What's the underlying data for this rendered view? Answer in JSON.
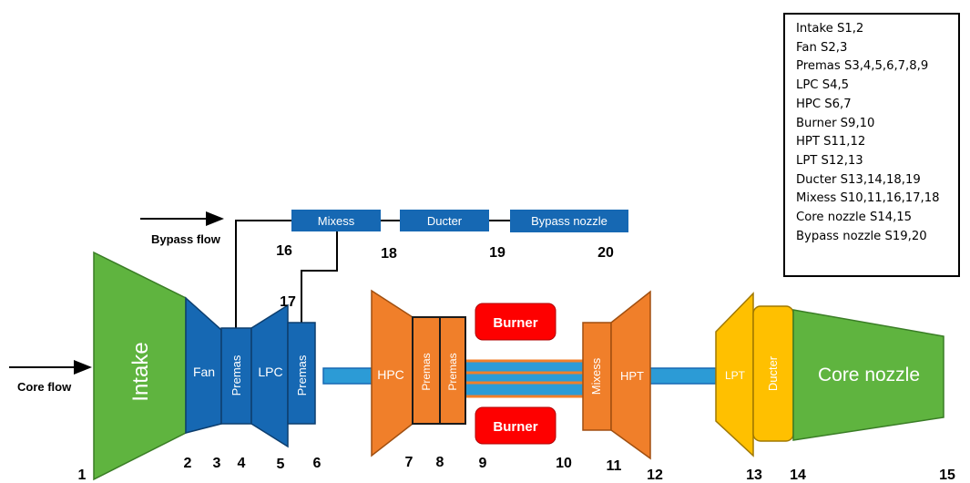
{
  "components": {
    "intake": "Intake",
    "fan": "Fan",
    "premas_a": "Premas",
    "lpc": "LPC",
    "premas_b": "Premas",
    "hpc": "HPC",
    "premas_c": "Premas",
    "premas_d": "Premas",
    "burner_top": "Burner",
    "burner_bottom": "Burner",
    "mixess_core": "Mixess",
    "hpt": "HPT",
    "lpt": "LPT",
    "ducter_core": "Ducter",
    "core_nozzle": "Core nozzle",
    "mixess_bypass": "Mixess",
    "ducter_bypass": "Ducter",
    "bypass_nozzle": "Bypass nozzle"
  },
  "flows": {
    "bypass": "Bypass flow",
    "core": "Core flow"
  },
  "stations": {
    "s1": "1",
    "s2": "2",
    "s3": "3",
    "s4": "4",
    "s5": "5",
    "s6": "6",
    "s7": "7",
    "s8": "8",
    "s9": "9",
    "s10": "10",
    "s11": "11",
    "s12": "12",
    "s13": "13",
    "s14": "14",
    "s15": "15",
    "s16": "16",
    "s17": "17",
    "s18": "18",
    "s19": "19",
    "s20": "20"
  },
  "legend": [
    "Intake S1,2",
    "Fan S2,3",
    "Premas S3,4,5,6,7,8,9",
    "LPC S4,5",
    "HPC S6,7",
    "Burner S9,10",
    "HPT S11,12",
    "LPT S12,13",
    "Ducter S13,14,18,19",
    "Mixess S10,11,16,17,18",
    "Core nozzle S14,15",
    "Bypass nozzle S19,20"
  ],
  "colors": {
    "intake_green": "#5fb43f",
    "compressor_blue": "#1668b3",
    "shaft_blue": "#2c9bd6",
    "hot_orange": "#f07f2a",
    "burner_red": "#fe0000",
    "lpt_yellow": "#ffc000"
  }
}
